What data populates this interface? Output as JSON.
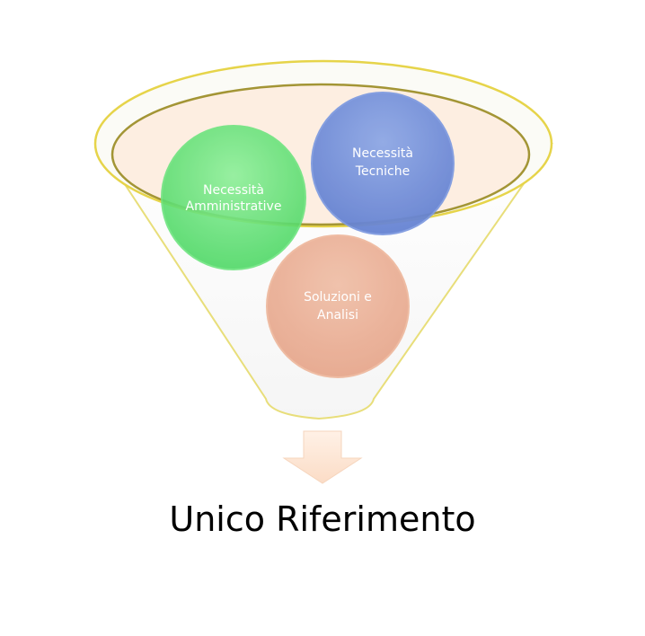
{
  "diagram": {
    "type": "funnel",
    "inputs": [
      {
        "id": "administrative",
        "line1": "Necessità",
        "line2": "Amministrative",
        "color": "#57e06e"
      },
      {
        "id": "technical",
        "line1": "Necessità",
        "line2": "Tecniche",
        "color": "#6f8fd8"
      },
      {
        "id": "solutions",
        "line1": "Soluzioni e",
        "line2": "Analisi",
        "color": "#e8a88a"
      }
    ],
    "funnel_rim_color": "#e6d44a",
    "funnel_mouth_fill": "#fdeee1",
    "arrow_color": "#fde3cf",
    "output_label": "Unico Riferimento"
  }
}
